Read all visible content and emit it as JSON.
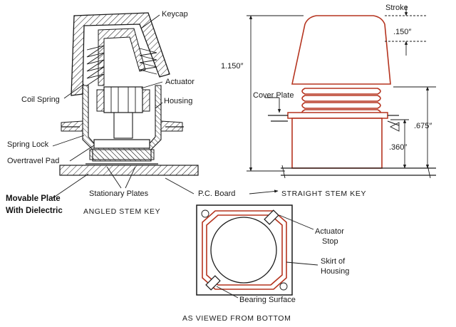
{
  "angled_key": {
    "caption": "ANGLED STEM KEY",
    "labels": {
      "keycap": "Keycap",
      "actuator": "Actuator",
      "coil_spring": "Coil Spring",
      "housing": "Housing",
      "spring_lock": "Spring Lock",
      "overtravel_pad": "Overtravel Pad",
      "movable_plate_line1": "Movable Plate",
      "movable_plate_line2": "With Dielectric",
      "stationary_plates": "Stationary Plates",
      "pc_board": "P.C. Board"
    }
  },
  "straight_key": {
    "caption": "STRAIGHT STEM KEY",
    "labels": {
      "stroke": "Stroke",
      "stroke_value": ".150″",
      "height_total": "1.150″",
      "cover_plate": "Cover Plate",
      "height_675": ".675″",
      "height_360": ".360″"
    },
    "colors": {
      "outline": "#b5341f"
    }
  },
  "bottom_view": {
    "caption": "AS VIEWED FROM BOTTOM",
    "labels": {
      "actuator_stop_line1": "Actuator",
      "actuator_stop_line2": "Stop",
      "skirt_line1": "Skirt of",
      "skirt_line2": "Housing",
      "bearing_surface": "Bearing Surface"
    }
  }
}
